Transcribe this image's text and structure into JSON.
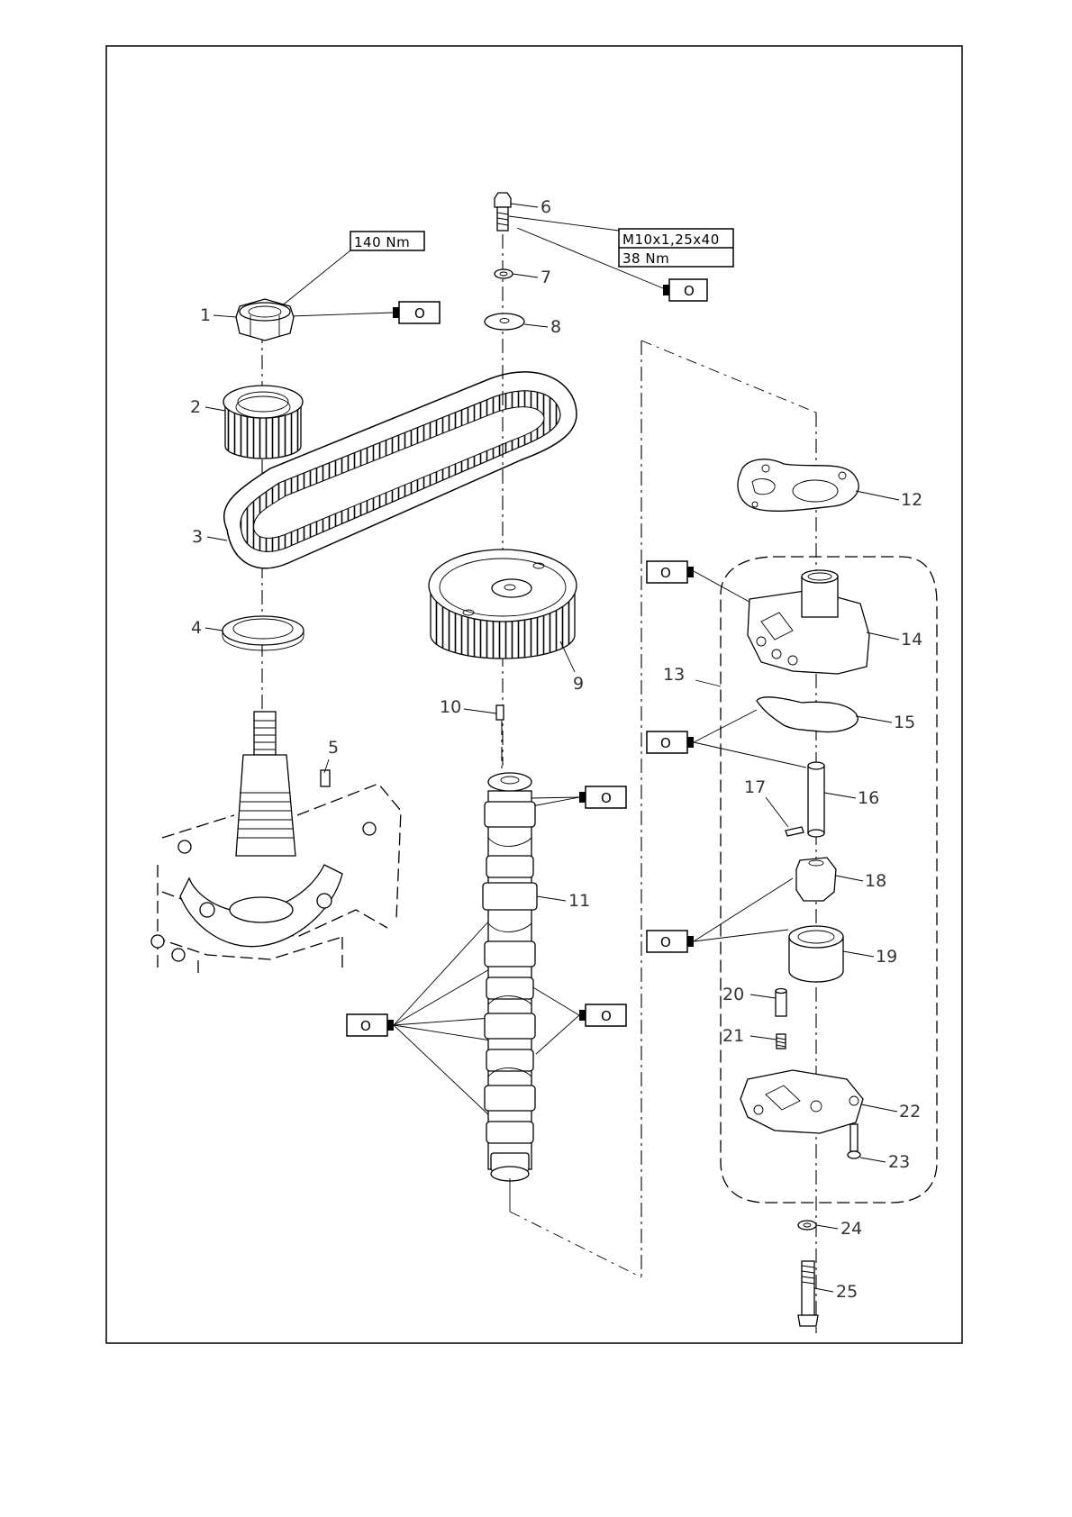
{
  "torque_specs": {
    "nut_torque": "140 Nm",
    "bolt_size": "M10x1,25x40",
    "bolt_torque": "38 Nm"
  },
  "oil_symbol_text": "O",
  "part_numbers": [
    "1",
    "2",
    "3",
    "4",
    "5",
    "6",
    "7",
    "8",
    "9",
    "10",
    "11",
    "12",
    "13",
    "14",
    "15",
    "16",
    "17",
    "18",
    "19",
    "20",
    "21",
    "22",
    "23",
    "24",
    "25"
  ]
}
